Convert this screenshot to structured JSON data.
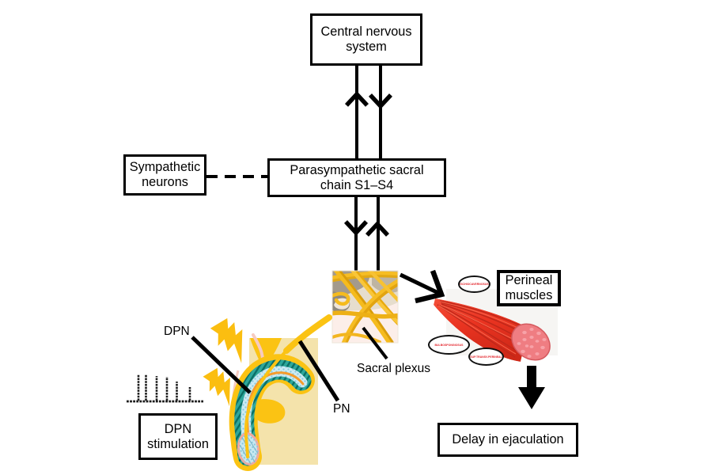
{
  "figure": {
    "description": "Neural pathway diagram of dorsal penile nerve stimulation leading to delay in ejaculation",
    "background": "#ffffff"
  },
  "boxes": {
    "cns": {
      "label": "Central nervous system"
    },
    "sympathetic": {
      "label": "Sympathetic neurons"
    },
    "parasympathetic": {
      "label": "Parasympathetic sacral chain S1–S4"
    },
    "perineal": {
      "label": "Perineal muscles"
    },
    "dpn_stimulation": {
      "label": "DPN stimulation"
    },
    "delay": {
      "label": "Delay in ejaculation"
    }
  },
  "annotations": {
    "dpn": "DPN",
    "pn": "PN",
    "sacral_plexus": "Sacral plexus"
  },
  "muscle_tags": [
    {
      "text": "ISCHIOCAVERNOSUS"
    },
    {
      "text": "BULBOSPONGIOSUS"
    },
    {
      "text": "SUP.TRANSV.PERINEAL"
    }
  ],
  "colors": {
    "line": "#000000",
    "nerve_yellow": "#fbc313",
    "plexus_yellow": "#f2b51f",
    "teal": "#2ea79b",
    "light_blue": "#cdeaf3",
    "urethra_orange": "#f59b2c",
    "tan": "#f4e3ab",
    "skin_pink": "#f7cbc0",
    "muscle_red": "#e8311f",
    "muscle_face_pink": "#f2888b",
    "tag_text_red": "#e3242b"
  }
}
